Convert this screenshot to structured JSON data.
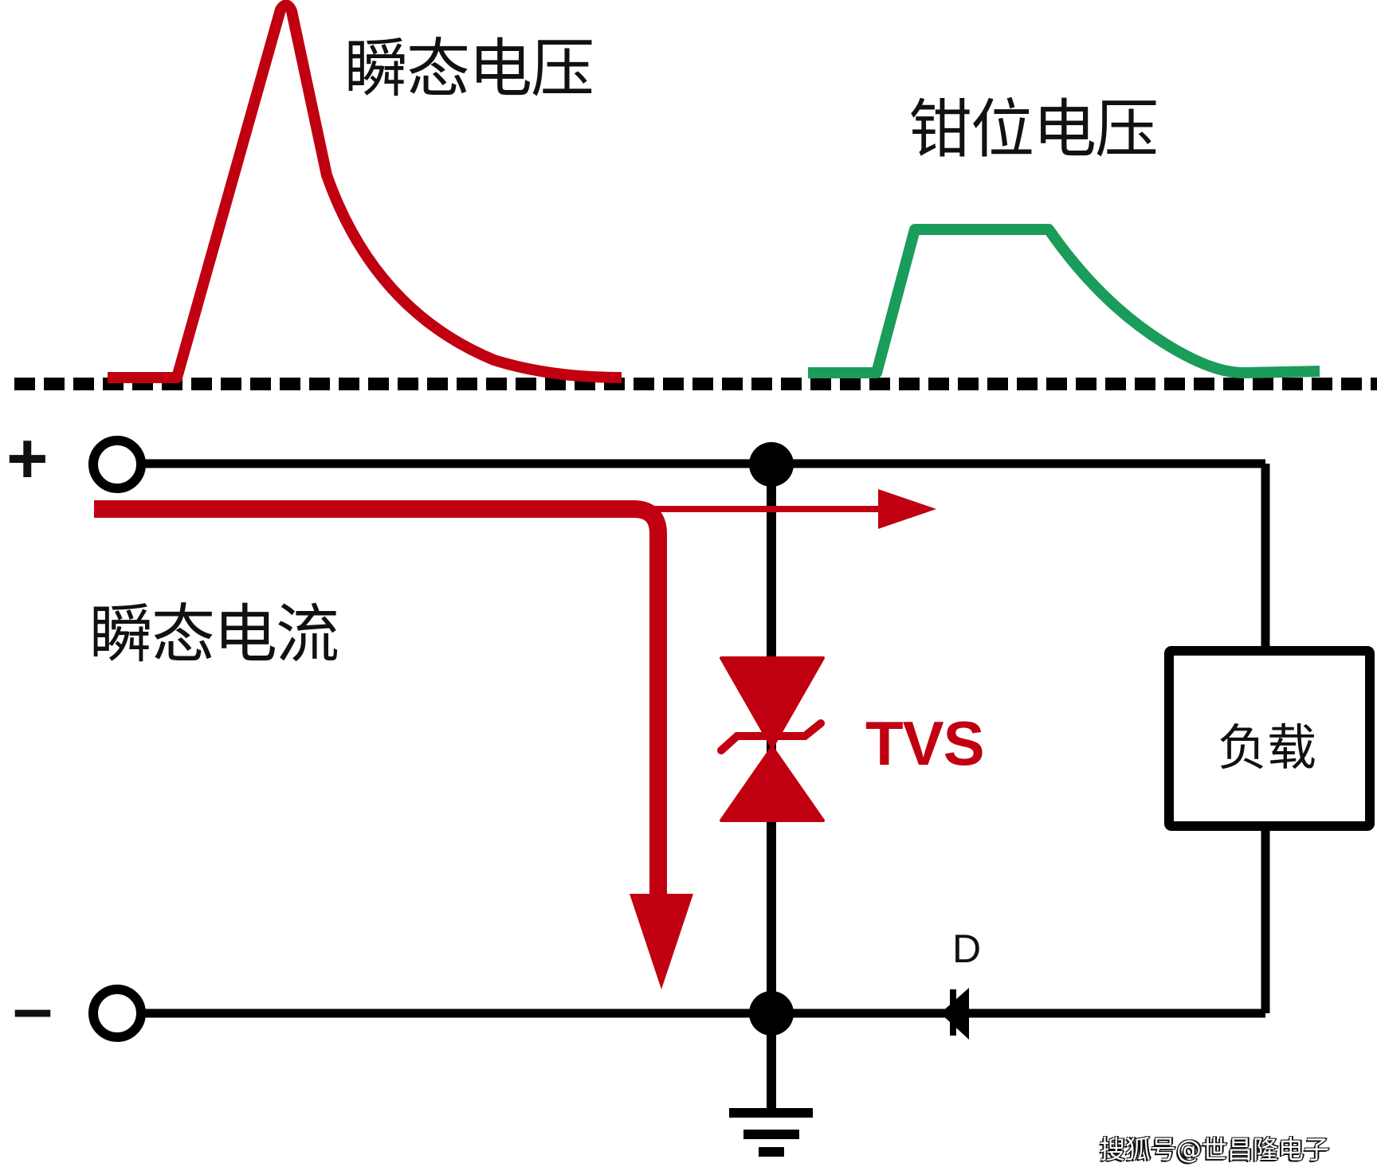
{
  "labels": {
    "transient_voltage": "瞬态电压",
    "clamping_voltage": "钳位电压",
    "transient_current": "瞬态电流",
    "tvs": "TVS",
    "load": "负载",
    "diode": "D",
    "positive": "+",
    "negative": "–",
    "watermark": "搜狐号@世昌隆电子"
  },
  "colors": {
    "transient": "#c00010",
    "clamp": "#1a9c5a",
    "wire": "#000000",
    "background": "#ffffff"
  },
  "components": [
    "positive-terminal",
    "negative-terminal",
    "tvs-diode",
    "load",
    "diode-d",
    "ground"
  ]
}
